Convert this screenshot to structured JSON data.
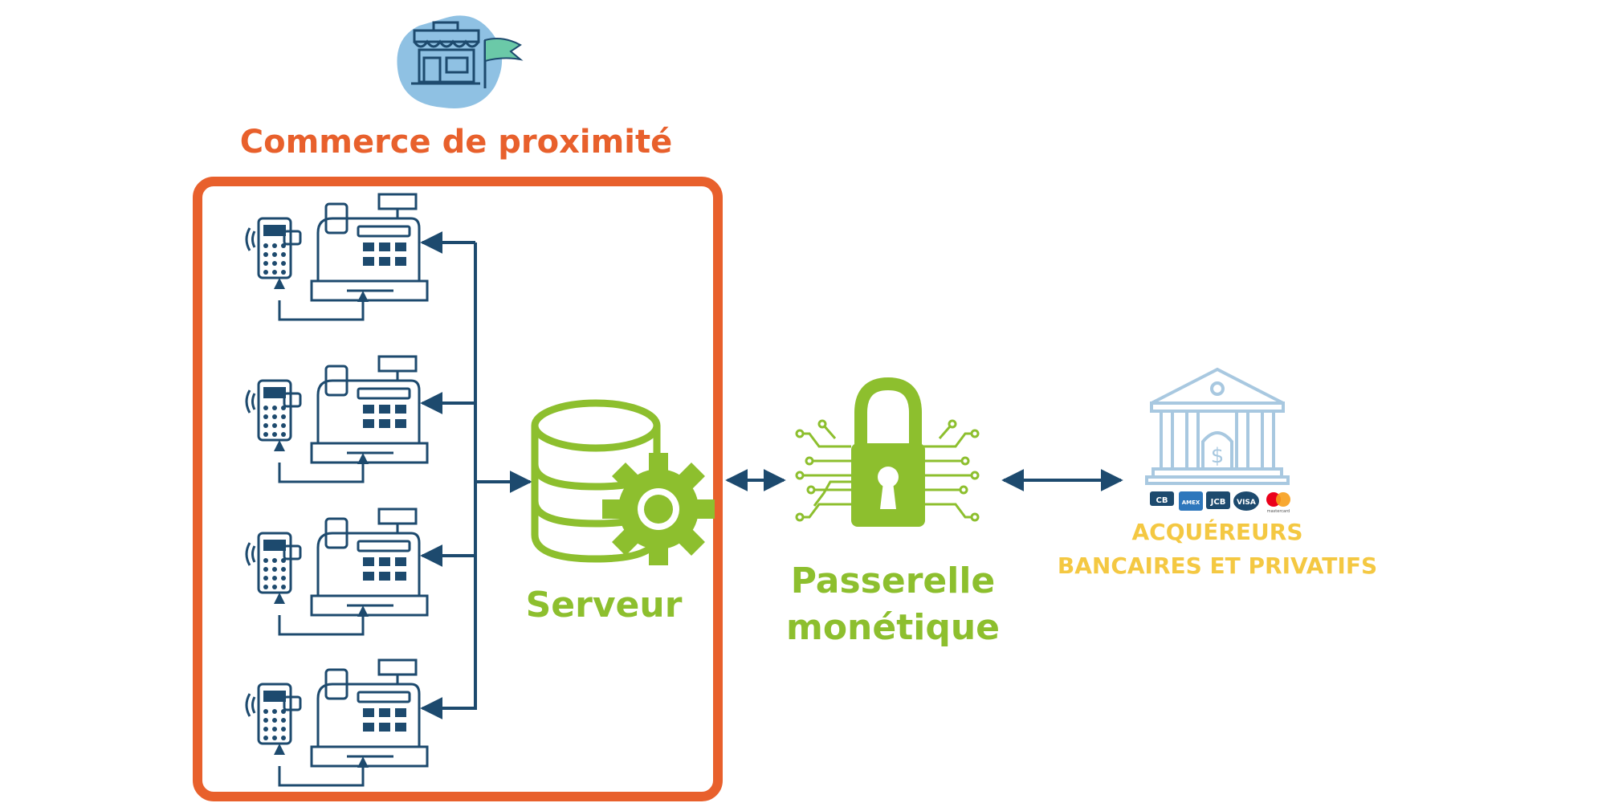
{
  "store": {
    "title": "Commerce de proximité",
    "color": "#E8602C",
    "icon": "store-with-flag-icon"
  },
  "terminals": {
    "count": 4,
    "icon": "cash-register-with-payment-terminal-icon",
    "color": "#1D4A6E"
  },
  "server": {
    "label": "Serveur",
    "icon": "database-gear-icon",
    "color": "#8DBF2E"
  },
  "gateway": {
    "label_line1": "Passerelle",
    "label_line2": "monétique",
    "icon": "padlock-circuit-icon",
    "color": "#8DBF2E"
  },
  "acquirers": {
    "label_line1": "ACQUÉREURS",
    "label_line2": "BANCAIRES ET PRIVATIFS",
    "icon": "bank-icon",
    "color": "#F4C842",
    "icon_color": "#A8C8E0",
    "cards": [
      {
        "name": "cb-card-icon",
        "text": "CB"
      },
      {
        "name": "amex-card-icon",
        "text": "AMEX"
      },
      {
        "name": "jcb-card-icon",
        "text": "JCB"
      },
      {
        "name": "visa-card-icon",
        "text": "VISA"
      },
      {
        "name": "mastercard-card-icon",
        "text": "mastercard"
      }
    ]
  },
  "arrow_color": "#1D4A6E"
}
